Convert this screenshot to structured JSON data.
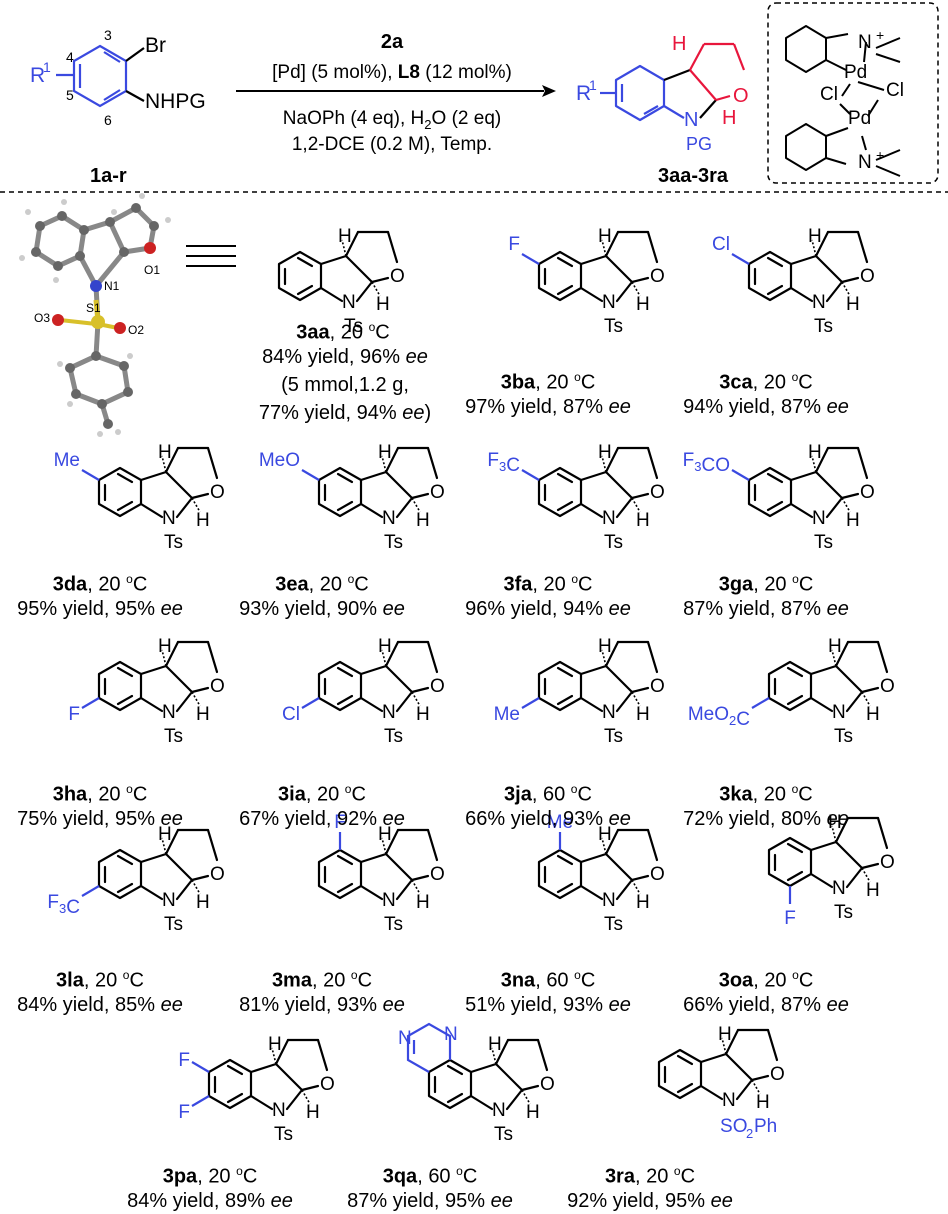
{
  "header": {
    "sm": {
      "r": "R",
      "sup": "1",
      "br": "Br",
      "nh": "NHPG",
      "p3": "3",
      "p4": "4",
      "p5": "5",
      "p6": "6",
      "label": "1a-r"
    },
    "cond": {
      "reagent": "2a",
      "l2a": "[Pd] (5 mol%), ",
      "l2b": "L8",
      "l2c": " (12 mol%)",
      "l3a": "NaOPh (4 eq), H",
      "l3b": "2",
      "l3c": "O (2 eq)",
      "l4": "1,2-DCE (0.2 M), Temp."
    },
    "prod": {
      "r": "R",
      "sup": "1",
      "h": "H",
      "o": "O",
      "n": "N",
      "pg": "PG",
      "label": "3aa-3ra"
    },
    "cat": {
      "n": "N",
      "plus": "+",
      "pd": "Pd",
      "cl": "Cl"
    }
  },
  "xray": {
    "n1": "N1",
    "s1": "S1",
    "o1": "O1",
    "o2": "O2",
    "o3": "O3"
  },
  "atoms": {
    "H": "H",
    "O": "O",
    "N": "N",
    "Ts": "Ts",
    "F": "F",
    "Cl": "Cl",
    "Me": "Me",
    "MeO": "MeO",
    "SO": "SO",
    "Ph": "Ph",
    "sub2": "2",
    "sub3": "3",
    "F3C": "F3C",
    "F3CO": "F3CO",
    "MeO2C": "MeO2C"
  },
  "products": [
    {
      "code": "3aa",
      "temp": "20 ",
      "unit": "C",
      "deg": "o",
      "yield": "84% yield, 96% ",
      "ee": "ee",
      "extra1": "(5 mmol,1.2 g,",
      "extra2": "77% yield, 94% ",
      "extra2ee": "ee",
      "extra2end": ")"
    },
    {
      "code": "3ba",
      "temp": "20 ",
      "unit": "C",
      "deg": "o",
      "yield": "97% yield, 87% ",
      "ee": "ee",
      "sub": "F"
    },
    {
      "code": "3ca",
      "temp": "20 ",
      "unit": "C",
      "deg": "o",
      "yield": "94% yield, 87% ",
      "ee": "ee",
      "sub": "Cl"
    },
    {
      "code": "3da",
      "temp": "20 ",
      "unit": "C",
      "deg": "o",
      "yield": "95% yield, 95% ",
      "ee": "ee",
      "sub": "Me"
    },
    {
      "code": "3ea",
      "temp": "20 ",
      "unit": "C",
      "deg": "o",
      "yield": "93% yield, 90% ",
      "ee": "ee",
      "sub": "MeO"
    },
    {
      "code": "3fa",
      "temp": "20 ",
      "unit": "C",
      "deg": "o",
      "yield": "96% yield, 94% ",
      "ee": "ee",
      "sub": "F3C"
    },
    {
      "code": "3ga",
      "temp": "20 ",
      "unit": "C",
      "deg": "o",
      "yield": "87% yield, 87% ",
      "ee": "ee",
      "sub": "F3CO"
    },
    {
      "code": "3ha",
      "temp": "20 ",
      "unit": "C",
      "deg": "o",
      "yield": "75% yield, 95% ",
      "ee": "ee",
      "sub": "F"
    },
    {
      "code": "3ia",
      "temp": "20 ",
      "unit": "C",
      "deg": "o",
      "yield": "67% yield, 92% ",
      "ee": "ee",
      "sub": "Cl"
    },
    {
      "code": "3ja",
      "temp": "60 ",
      "unit": "C",
      "deg": "o",
      "yield": "66% yield, 93% ",
      "ee": "ee",
      "sub": "Me"
    },
    {
      "code": "3ka",
      "temp": "20 ",
      "unit": "C",
      "deg": "o",
      "yield": "72% yield, 80% ",
      "ee": "ee",
      "sub": "MeO2C"
    },
    {
      "code": "3la",
      "temp": "20 ",
      "unit": "C",
      "deg": "o",
      "yield": "84% yield, 85% ",
      "ee": "ee",
      "sub": "F3C"
    },
    {
      "code": "3ma",
      "temp": "20 ",
      "unit": "C",
      "deg": "o",
      "yield": "81% yield, 93% ",
      "ee": "ee",
      "sub": "F"
    },
    {
      "code": "3na",
      "temp": "60 ",
      "unit": "C",
      "deg": "o",
      "yield": "51% yield, 93% ",
      "ee": "ee",
      "sub": "Me"
    },
    {
      "code": "3oa",
      "temp": "20 ",
      "unit": "C",
      "deg": "o",
      "yield": "66% yield, 87% ",
      "ee": "ee",
      "sub": "F"
    },
    {
      "code": "3pa",
      "temp": "20 ",
      "unit": "C",
      "deg": "o",
      "yield": "84% yield, 89% ",
      "ee": "ee",
      "sub": "F"
    },
    {
      "code": "3qa",
      "temp": "60 ",
      "unit": "C",
      "deg": "o",
      "yield": "87% yield, 95% ",
      "ee": "ee",
      "sub": "N"
    },
    {
      "code": "3ra",
      "temp": "20 ",
      "unit": "C",
      "deg": "o",
      "yield": "92% yield, 95% ",
      "ee": "ee"
    }
  ],
  "colors": {
    "substituent": "#3a49e0",
    "newring": "#e8163c",
    "text": "#000000"
  }
}
